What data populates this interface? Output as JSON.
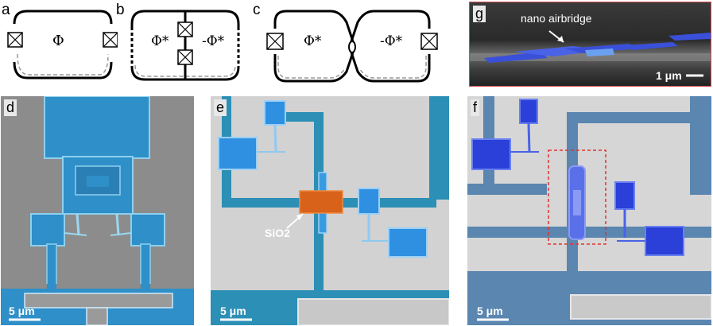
{
  "panels": {
    "a": {
      "letter": "a",
      "flux_label": "Φ"
    },
    "b": {
      "letter": "b",
      "left_label": "Φ*",
      "right_label": "-Φ*"
    },
    "c": {
      "letter": "c",
      "left_label": "Φ*",
      "right_label": "-Φ*"
    },
    "d": {
      "letter": "d",
      "scale_label": "5 μm"
    },
    "e": {
      "letter": "e",
      "scale_label": "5 μm",
      "annotation": "SiO2"
    },
    "f": {
      "letter": "f",
      "scale_label": "5 μm"
    },
    "g": {
      "letter": "g",
      "scale_label": "1 μm",
      "annotation": "nano airbridge"
    }
  },
  "colors": {
    "device_blue": "#2f8fc8",
    "airbridge_blue": "#3a50d8",
    "oxide_orange": "#d8621a",
    "sem_gray": "#8f8f8f"
  }
}
